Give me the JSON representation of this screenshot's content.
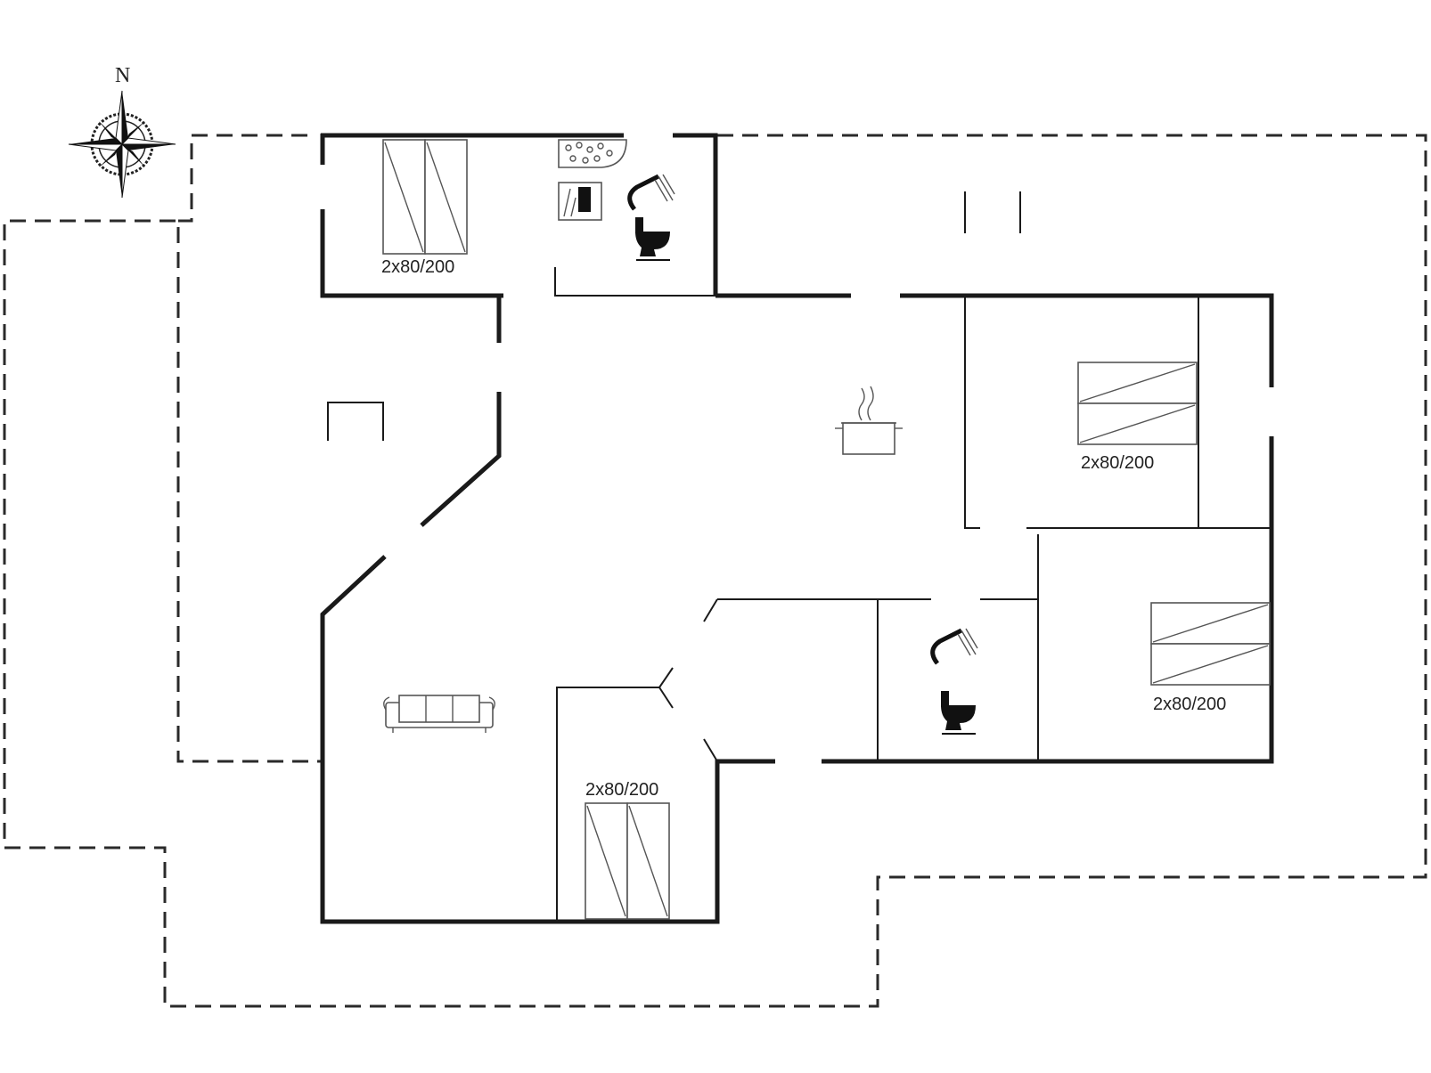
{
  "compass": {
    "north_label": "N"
  },
  "beds": [
    {
      "id": "bed-north",
      "label": "2x80/200"
    },
    {
      "id": "bed-east-upper",
      "label": "2x80/200"
    },
    {
      "id": "bed-east-lower",
      "label": "2x80/200"
    },
    {
      "id": "bed-south",
      "label": "2x80/200"
    }
  ],
  "icons": {
    "shower": "shower-icon",
    "toilet": "toilet-icon",
    "kitchen": "cooking-pot-icon",
    "sofa": "sofa-icon",
    "sauna": "sauna-icon"
  }
}
